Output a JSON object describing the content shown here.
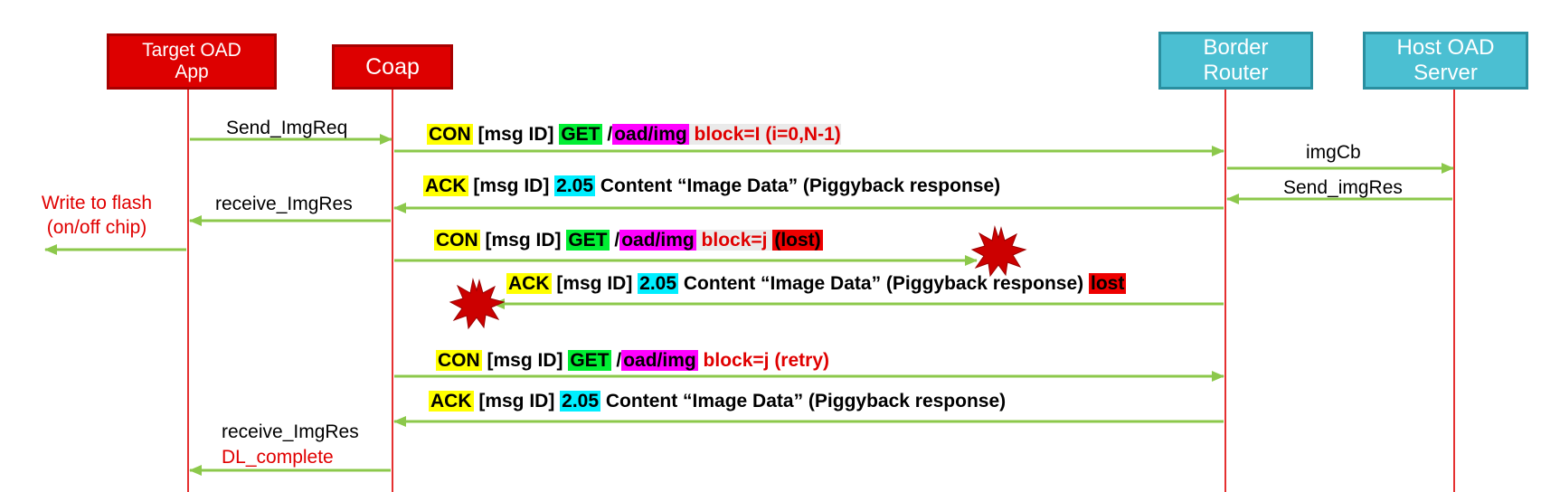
{
  "participants": {
    "target": "Target OAD\nApp",
    "coap": "Coap",
    "border": "Border\nRouter",
    "host": "Host OAD\nServer"
  },
  "labels": {
    "send_imgreq": "Send_ImgReq",
    "receive_imgres_1": "receive_ImgRes",
    "write_flash": "Write to flash\n(on/off chip)",
    "imgcb": "imgCb",
    "send_imgres": "Send_imgRes",
    "receive_imgres_2": "receive_ImgRes",
    "dl_complete": "DL_complete"
  },
  "messages": {
    "m1": {
      "con": "CON",
      "msgid": " [msg ID] ",
      "get": "GET",
      "slash": " /",
      "path": "oad/img",
      "block": " block=I (i=0,N-1)"
    },
    "m2": {
      "ack": "ACK",
      "msgid": " [msg ID] ",
      "code": "2.05",
      "rest": " Content “Image Data” (Piggyback response)"
    },
    "m3": {
      "con": "CON",
      "msgid": " [msg ID] ",
      "get": "GET",
      "slash": " /",
      "path": "oad/img",
      "block": " block=j ",
      "lost": "(lost)"
    },
    "m4": {
      "ack": "ACK",
      "msgid": " [msg ID] ",
      "code": "2.05",
      "rest": " Content “Image Data” (Piggyback response) ",
      "lost": "lost"
    },
    "m5": {
      "con": "CON",
      "msgid": " [msg ID] ",
      "get": "GET",
      "slash": " /",
      "path": "oad/img",
      "block": " block=j (retry)"
    },
    "m6": {
      "ack": "ACK",
      "msgid": " [msg ID] ",
      "code": "2.05",
      "rest": " Content “Image Data” (Piggyback response)"
    }
  },
  "colors": {
    "arrow": "#8cc84b",
    "lifeline": "#e53030",
    "burst": "#cc0000"
  }
}
